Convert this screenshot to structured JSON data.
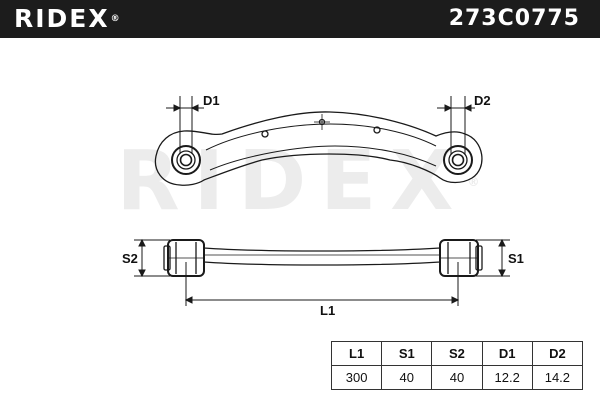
{
  "header": {
    "brand": "RIDEX",
    "brand_mark": "®",
    "part_number": "273C0775"
  },
  "watermark": {
    "text": "RIDEX",
    "mark": "®"
  },
  "labels": {
    "d1": "D1",
    "d2": "D2",
    "s1": "S1",
    "s2": "S2",
    "l1": "L1"
  },
  "spec_table": {
    "headers": [
      "L1",
      "S1",
      "S2",
      "D1",
      "D2"
    ],
    "values": [
      "300",
      "40",
      "40",
      "12.2",
      "14.2"
    ]
  },
  "colors": {
    "header_bg": "#1c1c1c",
    "header_text": "#ffffff",
    "line": "#1a1a1a",
    "watermark": "#ececec"
  }
}
